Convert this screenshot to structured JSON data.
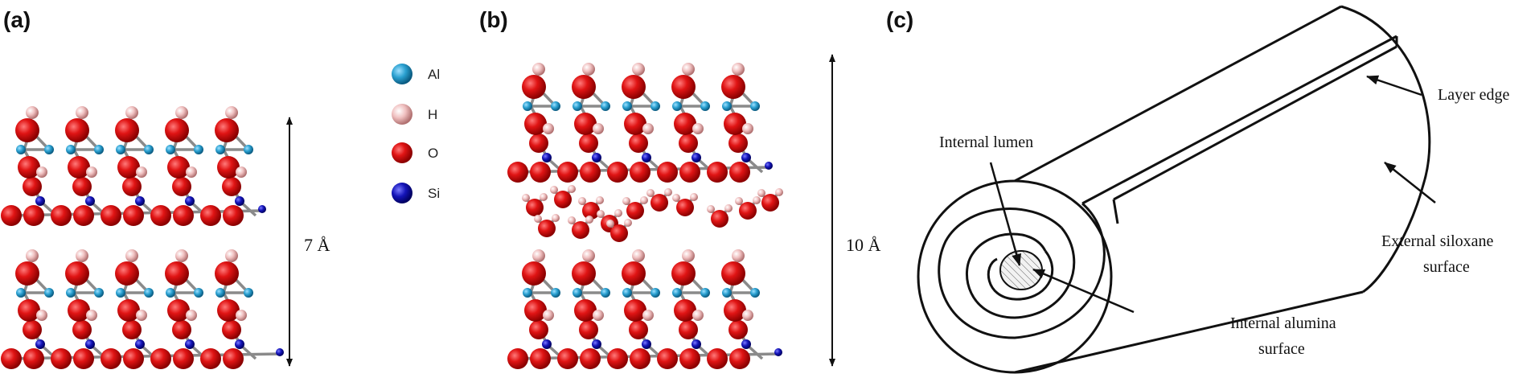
{
  "panels": {
    "a": {
      "label": "(a)",
      "dimension": "7 Å"
    },
    "b": {
      "label": "(b)",
      "dimension": "10 Å"
    },
    "c": {
      "label": "(c)"
    }
  },
  "legend": [
    {
      "symbol": "Al",
      "color": "#2aa0d0"
    },
    {
      "symbol": "H",
      "color": "#e0a8a8"
    },
    {
      "symbol": "O",
      "color": "#d81010"
    },
    {
      "symbol": "Si",
      "color": "#1414b8"
    }
  ],
  "annotations": {
    "layer_edge": "Layer edge",
    "internal_lumen": "Internal lumen",
    "external_siloxane": [
      "External siloxane",
      "surface"
    ],
    "internal_alumina": [
      "Internal alumina",
      "surface"
    ]
  },
  "colors": {
    "bond": "#8a8a8a",
    "aluminum": "#2aa0d0",
    "hydrogen": "#f0b8b8",
    "oxygen": "#d81010",
    "silicon": "#1414b8"
  }
}
